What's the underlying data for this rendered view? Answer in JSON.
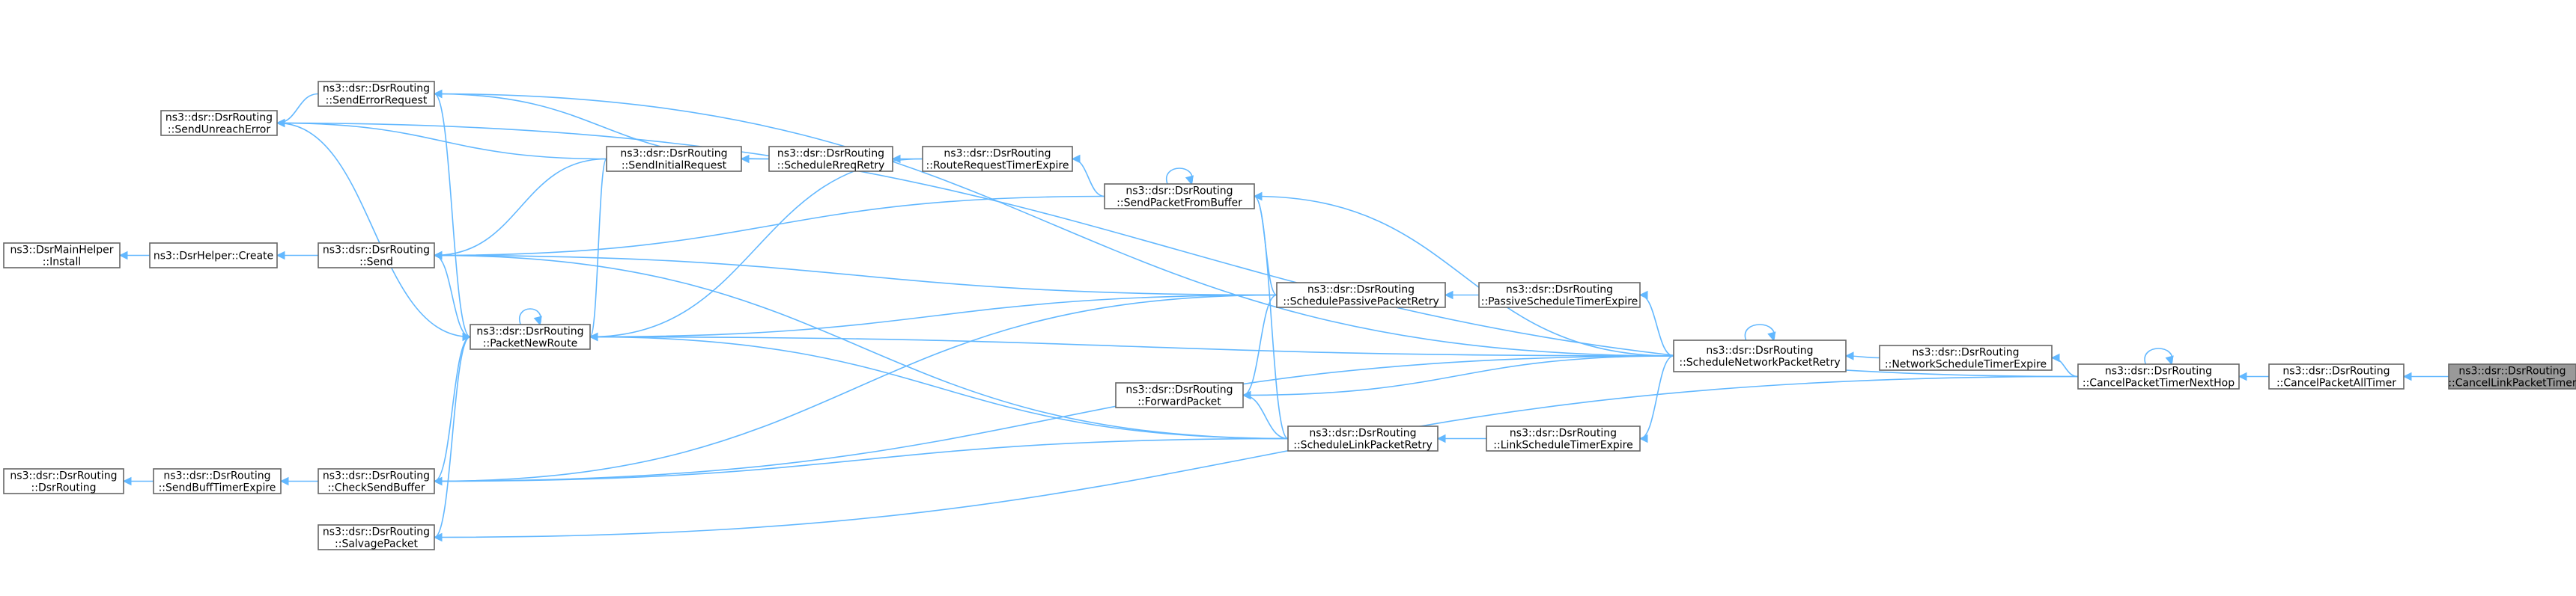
{
  "graph": {
    "edge_color": "#63b8ff",
    "highlight_fill": "#999999",
    "nodes": [
      {
        "id": "cancel_link",
        "line1": "ns3::dsr::DsrRouting",
        "line2": "::CancelLinkPacketTimer",
        "highlight": true
      },
      {
        "id": "cancel_all",
        "line1": "ns3::dsr::DsrRouting",
        "line2": "::CancelPacketAllTimer"
      },
      {
        "id": "cancel_next",
        "line1": "ns3::dsr::DsrRouting",
        "line2": "::CancelPacketTimerNextHop"
      },
      {
        "id": "net_sched",
        "line1": "ns3::dsr::DsrRouting",
        "line2": "::NetworkScheduleTimerExpire"
      },
      {
        "id": "link_sched",
        "line1": "ns3::dsr::DsrRouting",
        "line2": "::LinkScheduleTimerExpire"
      },
      {
        "id": "sched_net",
        "line1": "ns3::dsr::DsrRouting",
        "line2": "::ScheduleNetworkPacketRetry"
      },
      {
        "id": "passive_sched",
        "line1": "ns3::dsr::DsrRouting",
        "line2": "::PassiveScheduleTimerExpire"
      },
      {
        "id": "sched_passive",
        "line1": "ns3::dsr::DsrRouting",
        "line2": "::SchedulePassivePacketRetry"
      },
      {
        "id": "sched_link",
        "line1": "ns3::dsr::DsrRouting",
        "line2": "::ScheduleLinkPacketRetry"
      },
      {
        "id": "forward",
        "line1": "ns3::dsr::DsrRouting",
        "line2": "::ForwardPacket"
      },
      {
        "id": "send_buf",
        "line1": "ns3::dsr::DsrRouting",
        "line2": "::SendPacketFromBuffer"
      },
      {
        "id": "route_req",
        "line1": "ns3::dsr::DsrRouting",
        "line2": "::RouteRequestTimerExpire"
      },
      {
        "id": "sched_rreq",
        "line1": "ns3::dsr::DsrRouting",
        "line2": "::ScheduleRreqRetry"
      },
      {
        "id": "send_init",
        "line1": "ns3::dsr::DsrRouting",
        "line2": "::SendInitialRequest"
      },
      {
        "id": "send_err",
        "line1": "ns3::dsr::DsrRouting",
        "line2": "::SendErrorRequest"
      },
      {
        "id": "send_unreach",
        "line1": "ns3::dsr::DsrRouting",
        "line2": "::SendUnreachError"
      },
      {
        "id": "send",
        "line1": "ns3::dsr::DsrRouting",
        "line2": "::Send"
      },
      {
        "id": "pkt_new",
        "line1": "ns3::dsr::DsrRouting",
        "line2": "::PacketNewRoute"
      },
      {
        "id": "check_buf",
        "line1": "ns3::dsr::DsrRouting",
        "line2": "::CheckSendBuffer"
      },
      {
        "id": "salvage",
        "line1": "ns3::dsr::DsrRouting",
        "line2": "::SalvagePacket"
      },
      {
        "id": "buff_timer",
        "line1": "ns3::dsr::DsrRouting",
        "line2": "::SendBuffTimerExpire"
      },
      {
        "id": "dsr_ctor",
        "line1": "ns3::dsr::DsrRouting",
        "line2": "::DsrRouting"
      },
      {
        "id": "helper_create",
        "line1": "ns3::DsrHelper::Create",
        "line2": ""
      },
      {
        "id": "main_install",
        "line1": "ns3::DsrMainHelper",
        "line2": "::Install"
      }
    ],
    "edges": [
      {
        "from": "cancel_link",
        "to": "cancel_all"
      },
      {
        "from": "cancel_all",
        "to": "cancel_next"
      },
      {
        "from": "cancel_next",
        "to": "cancel_next"
      },
      {
        "from": "cancel_next",
        "to": "net_sched"
      },
      {
        "from": "cancel_next",
        "to": "send_unreach"
      },
      {
        "from": "cancel_next",
        "to": "salvage"
      },
      {
        "from": "net_sched",
        "to": "sched_net"
      },
      {
        "from": "link_sched",
        "to": "sched_link"
      },
      {
        "from": "sched_net",
        "to": "sched_net"
      },
      {
        "from": "sched_net",
        "to": "passive_sched"
      },
      {
        "from": "sched_net",
        "to": "link_sched"
      },
      {
        "from": "sched_net",
        "to": "send_buf"
      },
      {
        "from": "sched_net",
        "to": "forward"
      },
      {
        "from": "sched_net",
        "to": "pkt_new"
      },
      {
        "from": "sched_net",
        "to": "send_err"
      },
      {
        "from": "sched_net",
        "to": "check_buf"
      },
      {
        "from": "passive_sched",
        "to": "sched_passive"
      },
      {
        "from": "sched_passive",
        "to": "send_buf"
      },
      {
        "from": "sched_passive",
        "to": "forward"
      },
      {
        "from": "sched_passive",
        "to": "send"
      },
      {
        "from": "sched_passive",
        "to": "pkt_new"
      },
      {
        "from": "sched_passive",
        "to": "check_buf"
      },
      {
        "from": "sched_link",
        "to": "send_buf"
      },
      {
        "from": "sched_link",
        "to": "forward"
      },
      {
        "from": "sched_link",
        "to": "pkt_new"
      },
      {
        "from": "sched_link",
        "to": "check_buf"
      },
      {
        "from": "sched_link",
        "to": "send"
      },
      {
        "from": "send_buf",
        "to": "send_buf"
      },
      {
        "from": "send_buf",
        "to": "route_req"
      },
      {
        "from": "send_buf",
        "to": "send"
      },
      {
        "from": "route_req",
        "to": "sched_rreq"
      },
      {
        "from": "route_req",
        "to": "pkt_new"
      },
      {
        "from": "sched_rreq",
        "to": "send_init"
      },
      {
        "from": "sched_rreq",
        "to": "send_err"
      },
      {
        "from": "send_init",
        "to": "send_unreach"
      },
      {
        "from": "send_init",
        "to": "send"
      },
      {
        "from": "send_init",
        "to": "pkt_new"
      },
      {
        "from": "send_err",
        "to": "send_unreach"
      },
      {
        "from": "send_unreach",
        "to": "pkt_new"
      },
      {
        "from": "send",
        "to": "helper_create"
      },
      {
        "from": "helper_create",
        "to": "main_install"
      },
      {
        "from": "pkt_new",
        "to": "pkt_new"
      },
      {
        "from": "pkt_new",
        "to": "send"
      },
      {
        "from": "pkt_new",
        "to": "send_err"
      },
      {
        "from": "pkt_new",
        "to": "check_buf"
      },
      {
        "from": "pkt_new",
        "to": "salvage"
      },
      {
        "from": "check_buf",
        "to": "buff_timer"
      },
      {
        "from": "buff_timer",
        "to": "dsr_ctor"
      }
    ]
  }
}
